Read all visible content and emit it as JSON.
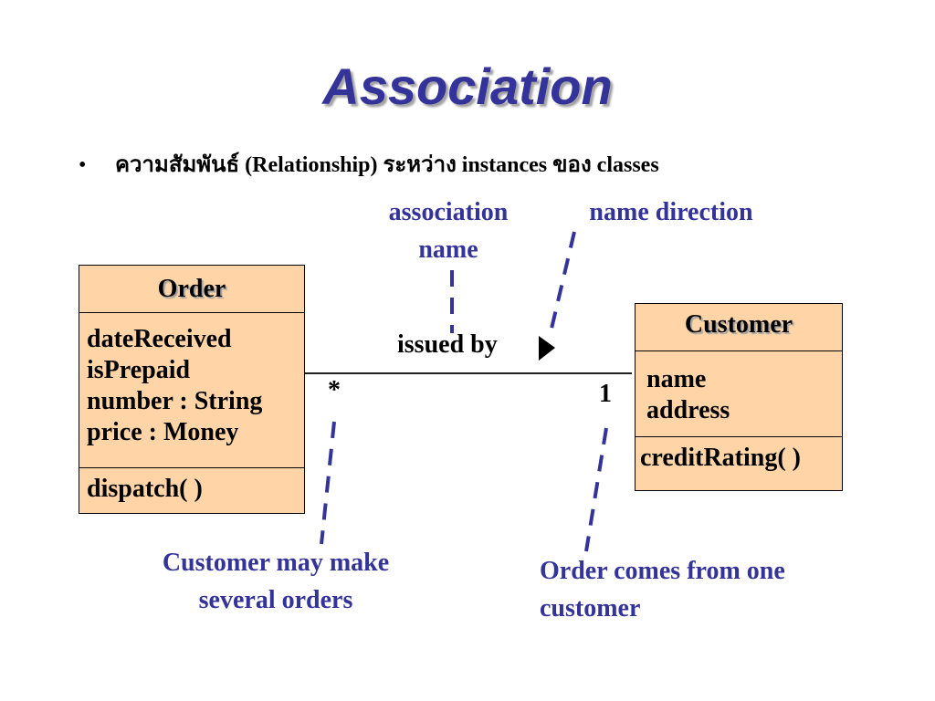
{
  "slide": {
    "title": "Association",
    "bullet": {
      "marker": "•",
      "text": "ความสัมพันธ์ (Relationship) ระหว่าง  instances ของ classes"
    }
  },
  "annotations": {
    "association_name": [
      "association",
      "name"
    ],
    "name_direction": "name direction",
    "many_note": [
      "Customer may make",
      "several orders"
    ],
    "one_note": [
      "Order comes from one",
      "customer"
    ]
  },
  "classes": {
    "order": {
      "name": "Order",
      "attributes": [
        "dateReceived",
        "isPrepaid",
        "number : String",
        "price : Money"
      ],
      "operations": [
        "dispatch( )"
      ]
    },
    "customer": {
      "name": "Customer",
      "attributes": [
        "name",
        "address"
      ],
      "operations": [
        "creditRating( )"
      ]
    }
  },
  "association": {
    "label": "issued by",
    "direction_icon": "triangle-right-icon",
    "order_end_multiplicity": "*",
    "customer_end_multiplicity": "1"
  },
  "colors": {
    "title": "#333399",
    "annotation": "#333399",
    "class_fill": "#ffd5a8",
    "dashed_leader": "#333399"
  }
}
